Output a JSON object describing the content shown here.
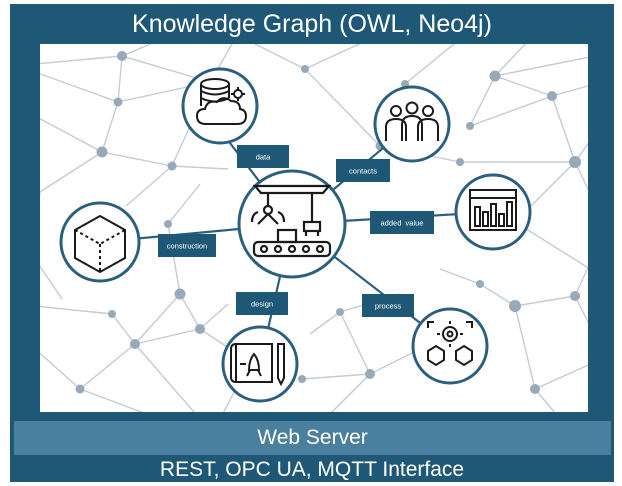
{
  "header": {
    "title": "Knowledge Graph (OWL, Neo4j)"
  },
  "footer": {
    "server_label": "Web Server",
    "interface_label": "REST, OPC UA, MQTT Interface"
  },
  "colors": {
    "frame": "#1f5876",
    "server_band": "#4a7f9d",
    "label_box": "#1f5876",
    "edge": "#2a607e",
    "mesh_line": "#c2ccd4",
    "mesh_node": "#98a9b8",
    "icon_stroke": "#1a1a1a"
  },
  "diagram": {
    "center": {
      "name": "manufacturing-robot",
      "icon": "factory-robot-icon"
    },
    "relations": [
      {
        "key": "data",
        "label": "data",
        "target_icon": "database-cloud-gear-icon"
      },
      {
        "key": "contacts",
        "label": "contacts",
        "target_icon": "people-group-icon"
      },
      {
        "key": "added_value",
        "label": "added  value",
        "target_icon": "bar-chart-window-icon"
      },
      {
        "key": "process",
        "label": "process",
        "target_icon": "process-gears-icon"
      },
      {
        "key": "design",
        "label": "design",
        "target_icon": "blueprint-icon"
      },
      {
        "key": "construction",
        "label": "construction",
        "target_icon": "cube-3d-icon"
      }
    ]
  }
}
